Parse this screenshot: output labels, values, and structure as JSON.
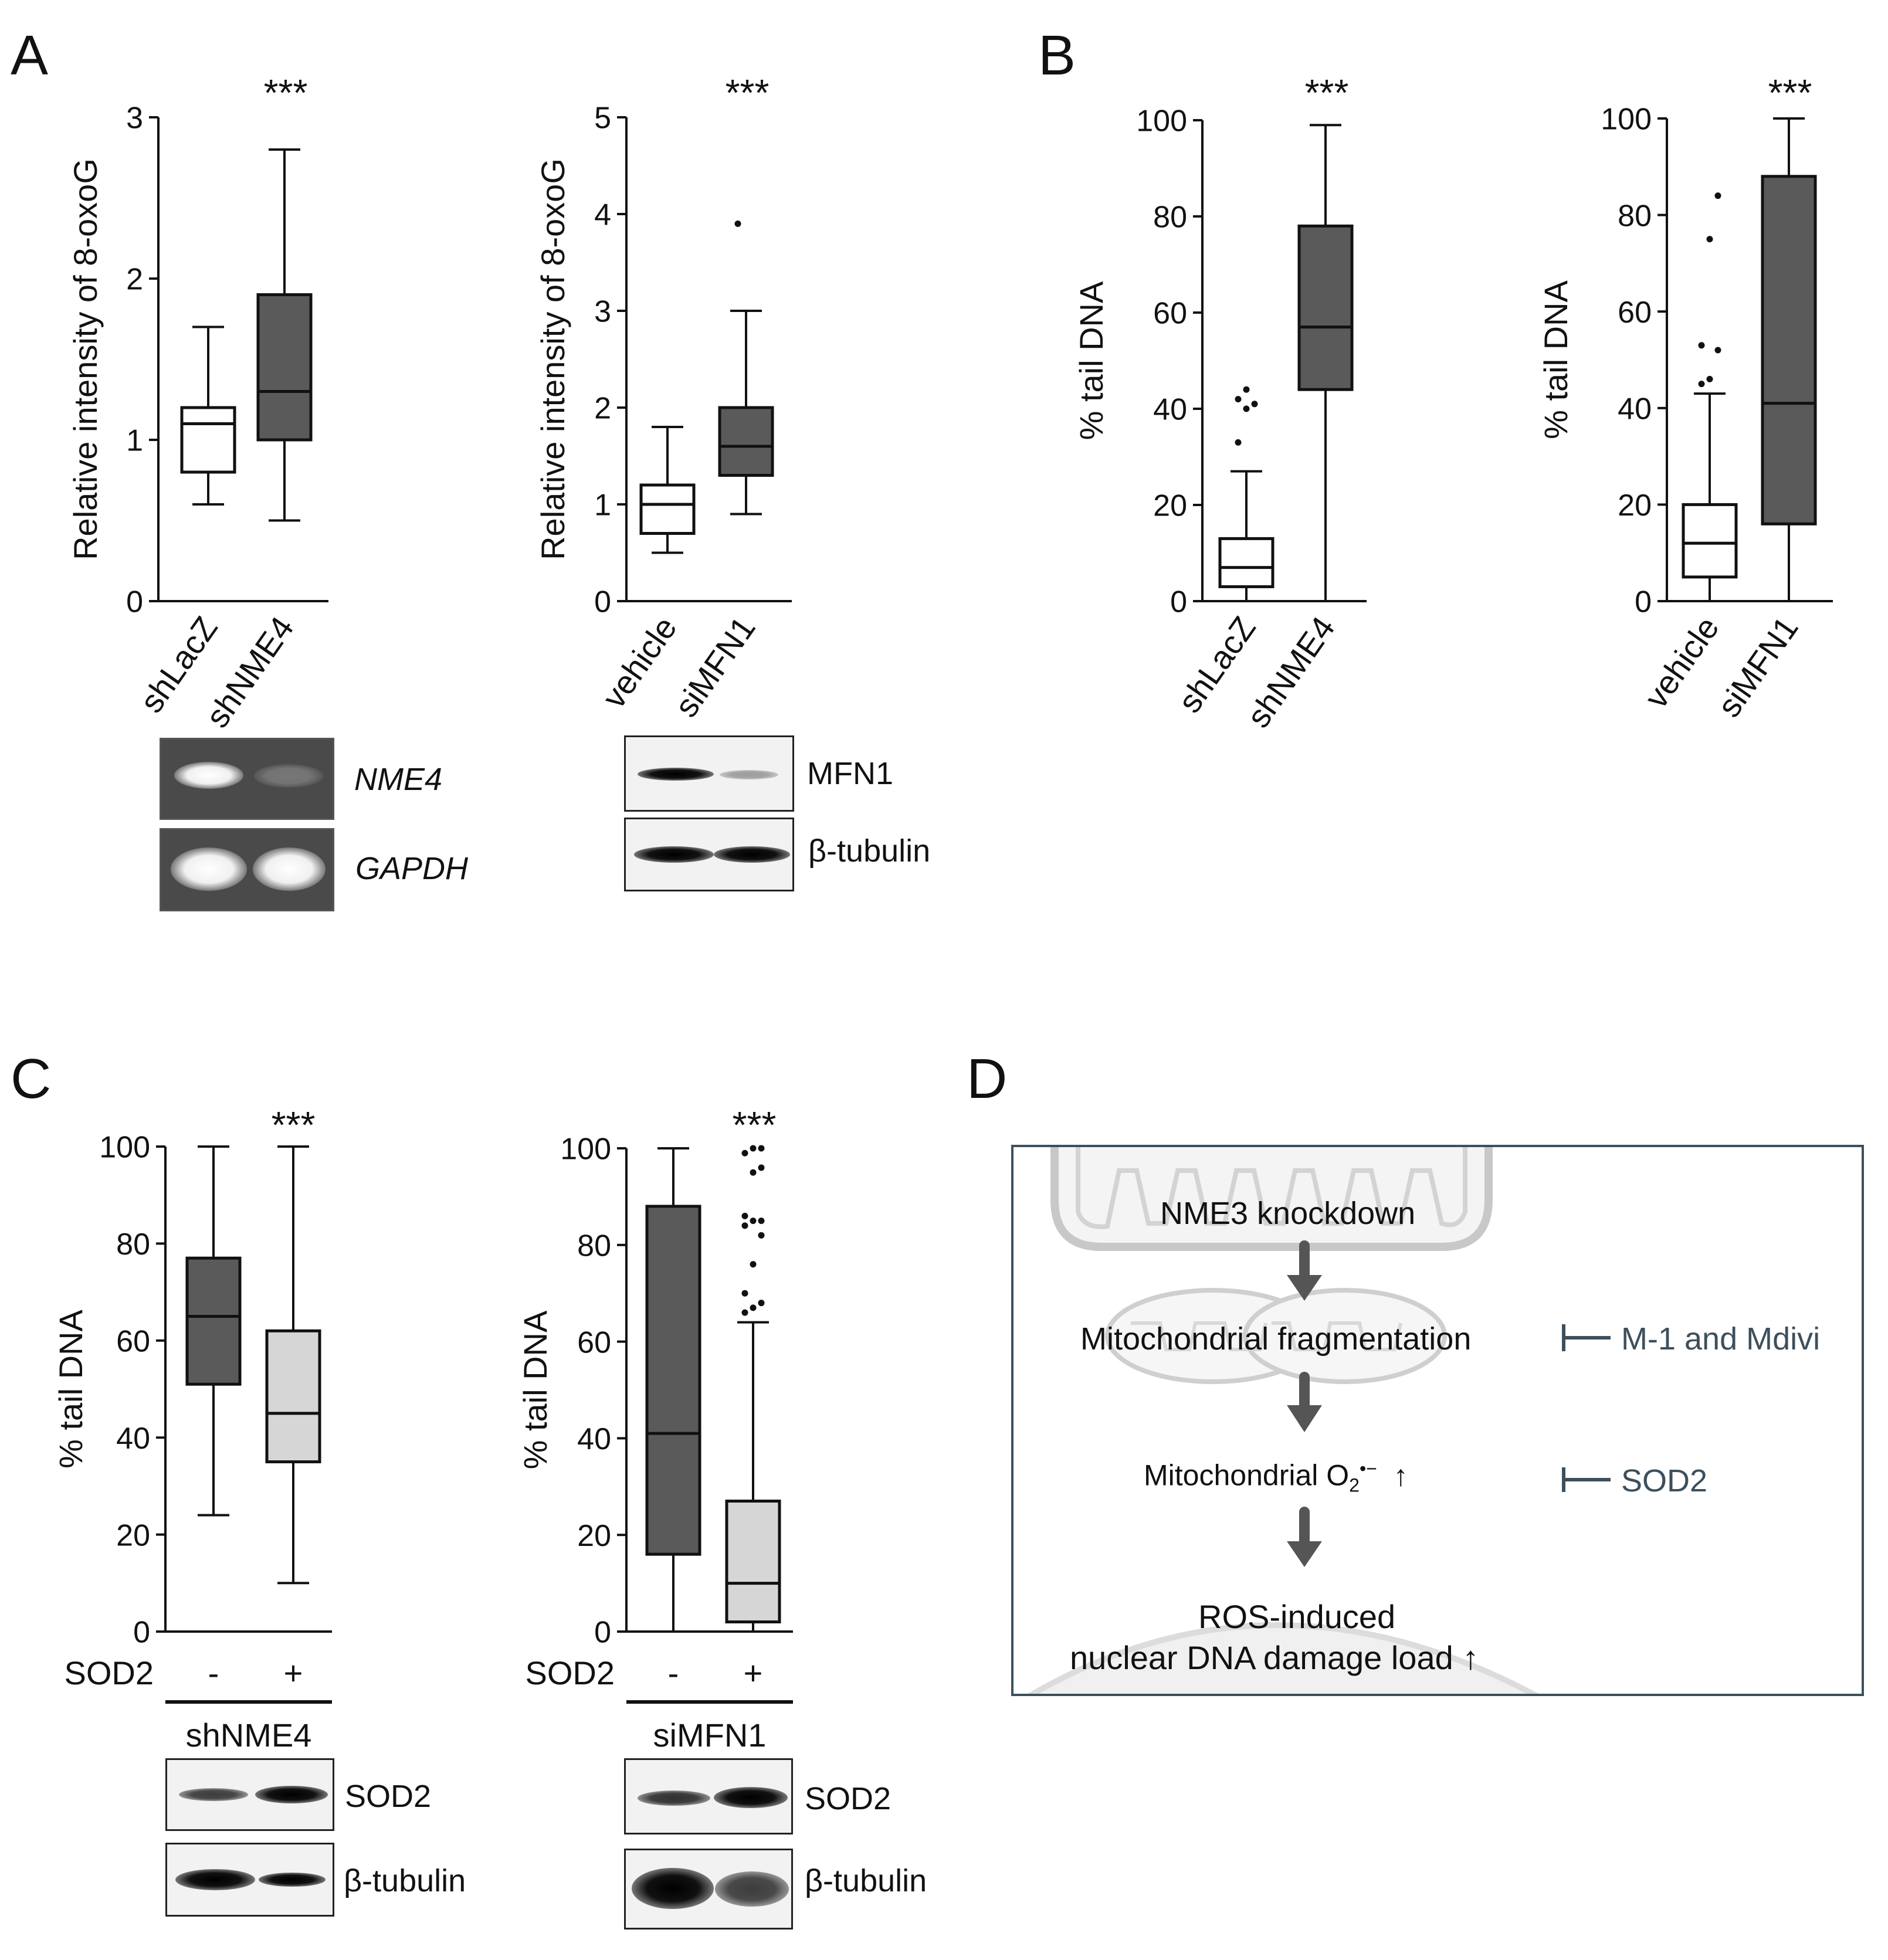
{
  "panel_letters": {
    "A": "A",
    "B": "B",
    "C": "C",
    "D": "D"
  },
  "chart_data": [
    {
      "panel": "A",
      "type": "box",
      "ylabel": "Relative intensity of 8-oxoG",
      "ylim": [
        0,
        3
      ],
      "yticks": [
        "0",
        "1",
        "2",
        "3"
      ],
      "significance": "***",
      "categories": [
        "shLacZ",
        "shNME4"
      ],
      "boxes": [
        {
          "label": "shLacZ",
          "min": 0.6,
          "q1": 0.8,
          "median": 1.1,
          "q3": 1.2,
          "max": 1.7,
          "outliers": [],
          "fill": "#ffffff"
        },
        {
          "label": "shNME4",
          "min": 0.5,
          "q1": 1.0,
          "median": 1.3,
          "q3": 1.9,
          "max": 2.8,
          "outliers": [],
          "fill": "#5a5a5a"
        }
      ]
    },
    {
      "panel": "A",
      "type": "box",
      "ylabel": "Relative intensity of 8-oxoG",
      "ylim": [
        0,
        5
      ],
      "yticks": [
        "0",
        "1",
        "2",
        "3",
        "4",
        "5"
      ],
      "significance": "***",
      "categories": [
        "vehicle",
        "siMFN1"
      ],
      "boxes": [
        {
          "label": "vehicle",
          "min": 0.5,
          "q1": 0.7,
          "median": 1.0,
          "q3": 1.2,
          "max": 1.8,
          "outliers": [],
          "fill": "#ffffff"
        },
        {
          "label": "siMFN1",
          "min": 0.9,
          "q1": 1.3,
          "median": 1.6,
          "q3": 2.0,
          "max": 3.0,
          "outliers": [
            3.9
          ],
          "fill": "#5a5a5a"
        }
      ]
    },
    {
      "panel": "B",
      "type": "box",
      "ylabel": "% tail DNA",
      "ylim": [
        0,
        100
      ],
      "yticks": [
        "0",
        "20",
        "40",
        "60",
        "80",
        "100"
      ],
      "significance": "***",
      "categories": [
        "shLacZ",
        "shNME4"
      ],
      "boxes": [
        {
          "label": "shLacZ",
          "min": 0,
          "q1": 3,
          "median": 7,
          "q3": 13,
          "max": 27,
          "outliers": [
            33,
            40,
            41,
            42,
            44
          ],
          "fill": "#ffffff"
        },
        {
          "label": "shNME4",
          "min": 0,
          "q1": 44,
          "median": 57,
          "q3": 78,
          "max": 99,
          "outliers": [],
          "fill": "#5a5a5a"
        }
      ]
    },
    {
      "panel": "B",
      "type": "box",
      "ylabel": "% tail DNA",
      "ylim": [
        0,
        100
      ],
      "yticks": [
        "0",
        "20",
        "40",
        "60",
        "80",
        "100"
      ],
      "significance": "***",
      "categories": [
        "vehicle",
        "siMFN1"
      ],
      "boxes": [
        {
          "label": "vehicle",
          "min": 0,
          "q1": 5,
          "median": 12,
          "q3": 20,
          "max": 43,
          "outliers": [
            45,
            46,
            52,
            53,
            75,
            84
          ],
          "fill": "#ffffff"
        },
        {
          "label": "siMFN1",
          "min": 0,
          "q1": 16,
          "median": 41,
          "q3": 88,
          "max": 100,
          "outliers": [],
          "fill": "#5a5a5a"
        }
      ]
    },
    {
      "panel": "C",
      "type": "box",
      "ylabel": "% tail DNA",
      "ylim": [
        0,
        100
      ],
      "yticks": [
        "0",
        "20",
        "40",
        "60",
        "80",
        "100"
      ],
      "significance": "***",
      "xlabel": "SOD2",
      "categories": [
        "-",
        "+"
      ],
      "group": "shNME4",
      "boxes": [
        {
          "label": "-",
          "min": 24,
          "q1": 51,
          "median": 65,
          "q3": 77,
          "max": 100,
          "outliers": [],
          "fill": "#5a5a5a"
        },
        {
          "label": "+",
          "min": 10,
          "q1": 35,
          "median": 45,
          "q3": 62,
          "max": 100,
          "outliers": [],
          "fill": "#d6d6d6"
        }
      ]
    },
    {
      "panel": "C",
      "type": "box",
      "ylabel": "% tail DNA",
      "ylim": [
        0,
        100
      ],
      "yticks": [
        "0",
        "20",
        "40",
        "60",
        "80",
        "100"
      ],
      "significance": "***",
      "xlabel": "SOD2",
      "categories": [
        "-",
        "+"
      ],
      "group": "siMFN1",
      "boxes": [
        {
          "label": "-",
          "min": 0,
          "q1": 16,
          "median": 41,
          "q3": 88,
          "max": 100,
          "outliers": [],
          "fill": "#5a5a5a"
        },
        {
          "label": "+",
          "min": 0,
          "q1": 2,
          "median": 10,
          "q3": 27,
          "max": 64,
          "outliers": [
            66,
            67,
            68,
            70,
            76,
            82,
            84,
            85,
            85,
            86,
            95,
            96,
            99,
            100,
            100
          ],
          "fill": "#d6d6d6"
        }
      ]
    }
  ],
  "blots": {
    "a_left": {
      "top_label": "NME4",
      "bottom_label": "GAPDH",
      "top_bands": [
        1.0,
        0.25
      ],
      "bottom_bands": [
        1.0,
        1.0
      ]
    },
    "a_right": {
      "top_label": "MFN1",
      "bottom_label": "β-tubulin",
      "top_bands": [
        1.0,
        0.35
      ],
      "bottom_bands": [
        1.0,
        1.0
      ]
    },
    "c_left": {
      "top_label": "SOD2",
      "bottom_label": "β-tubulin",
      "top_bands": [
        0.6,
        0.9
      ],
      "bottom_bands": [
        1.0,
        0.8
      ]
    },
    "c_right": {
      "top_label": "SOD2",
      "bottom_label": "β-tubulin",
      "top_bands": [
        0.7,
        1.0
      ],
      "bottom_bands": [
        1.0,
        0.7
      ]
    }
  },
  "diagram": {
    "step1": "NME3 knockdown",
    "step2": "Mitochondrial fragmentation",
    "step3_prefix": "Mitochondrial O",
    "step3_sub": "2",
    "step3_sup": "•−",
    "step3_arrow": "↑",
    "step4_line1": "ROS-induced",
    "step4_line2": "nuclear DNA damage load ↑",
    "inhibitor1": "M-1 and Mdivi",
    "inhibitor2": "SOD2",
    "text_color": "#111111",
    "inhibitor_color": "#3d4f5c",
    "arrow_color": "#555555"
  }
}
